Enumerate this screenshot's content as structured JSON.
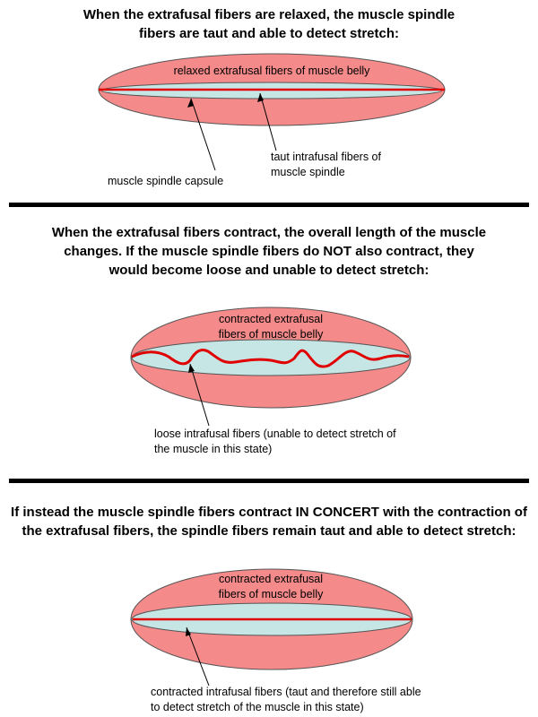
{
  "section1": {
    "heading_lines": [
      "When the extrafusal fibers are relaxed, the muscle spindle",
      "fibers are taut and able to detect stretch:"
    ],
    "belly_label": "relaxed extrafusal fibers of muscle belly",
    "capsule_label": "muscle spindle capsule",
    "intrafusal_label_lines": [
      "taut intrafusal fibers of",
      "muscle spindle"
    ]
  },
  "section2": {
    "heading_lines": [
      "When the extrafusal fibers contract, the overall length of the muscle",
      "changes.  If the muscle spindle fibers do NOT also contract, they",
      "would become loose and unable to detect stretch:"
    ],
    "belly_label_lines": [
      "contracted extrafusal",
      "fibers of muscle belly"
    ],
    "intrafusal_label_lines": [
      "loose intrafusal fibers (unable to detect stretch of",
      "the muscle in this state)"
    ]
  },
  "section3": {
    "heading_line1_start": "If instead the muscle spindle fibers contract ",
    "heading_emphasis": "IN CONCERT",
    "heading_line1_end": " with the contraction of",
    "heading_line2": "the extrafusal fibers, the spindle fibers remain taut and able to detect stretch:",
    "belly_label_lines": [
      "contracted extrafusal",
      "fibers of muscle belly"
    ],
    "intrafusal_label_lines": [
      "contracted intrafusal fibers (taut and therefore still able",
      "to detect stretch of the muscle in this state)"
    ]
  },
  "colors": {
    "muscle_belly": "#f58a8a",
    "spindle_capsule": "#c6e6e6",
    "intrafusal_fiber": "#e00000",
    "outline": "#555555",
    "divider": "#000000"
  }
}
